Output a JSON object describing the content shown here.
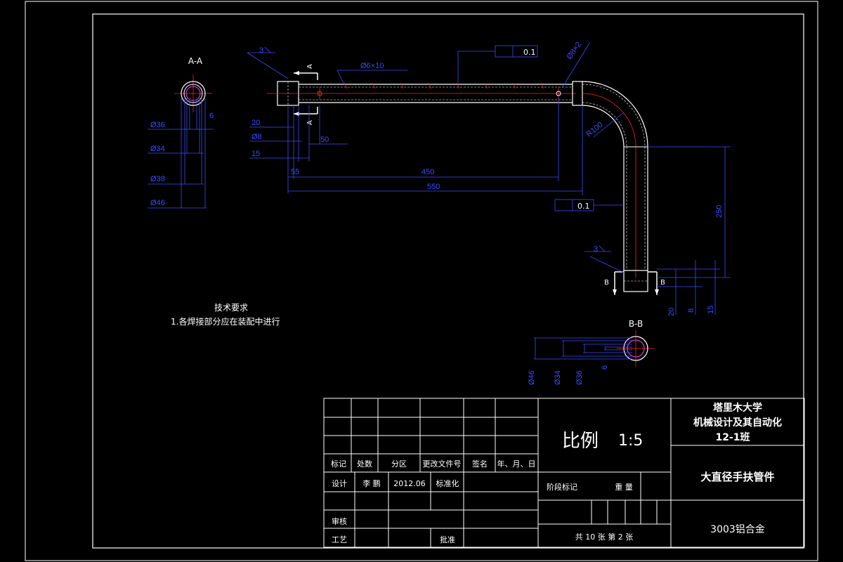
{
  "drawing": {
    "section_aa": "A-A",
    "section_bb": "B-B",
    "marker_a": "A",
    "marker_b": "B",
    "weld_3_top": "3",
    "weld_3_bottom": "3",
    "dims": {
      "hole": "Ø6×10",
      "tube_dia": "Ø8×2",
      "bend_radius": "R100",
      "d20": "20",
      "d08": "Ø8",
      "d15": "15",
      "d50": "50",
      "d55": "55",
      "d450": "450",
      "d550": "550",
      "d250": "250",
      "v20": "20",
      "v8": "8",
      "v15": "15"
    },
    "tolerance_top": "0.1",
    "tolerance_mid": "0.1",
    "aa_dims": {
      "d36": "Ø36",
      "d34": "Ø34",
      "d38": "Ø38",
      "d46": "Ø46",
      "d6": "6"
    },
    "bb_dims": {
      "d46": "Ø46",
      "d34": "Ø34",
      "d36": "Ø36",
      "d6": "6"
    },
    "tech_title": "技术要求",
    "tech_note": "1.各焊接部分应在装配中进行"
  },
  "titleblock": {
    "col_headers": [
      "标记",
      "处数",
      "分区",
      "更改文件号",
      "签名",
      "年、月、日"
    ],
    "design_label": "设计",
    "designer": "李 鹏",
    "date": "2012.06",
    "standardize": "标准化",
    "review": "审核",
    "process": "工艺",
    "approve": "批准",
    "scale_label": "比例",
    "scale_value": "1:5",
    "stage_mark": "阶段标记",
    "weight": "重 量",
    "sheets": "共 10 张    第 2 张",
    "school": "塔里木大学",
    "major": "机械设计及其自动化",
    "class": "12-1班",
    "part_name": "大直径手扶管件",
    "material": "3003铝合金"
  }
}
